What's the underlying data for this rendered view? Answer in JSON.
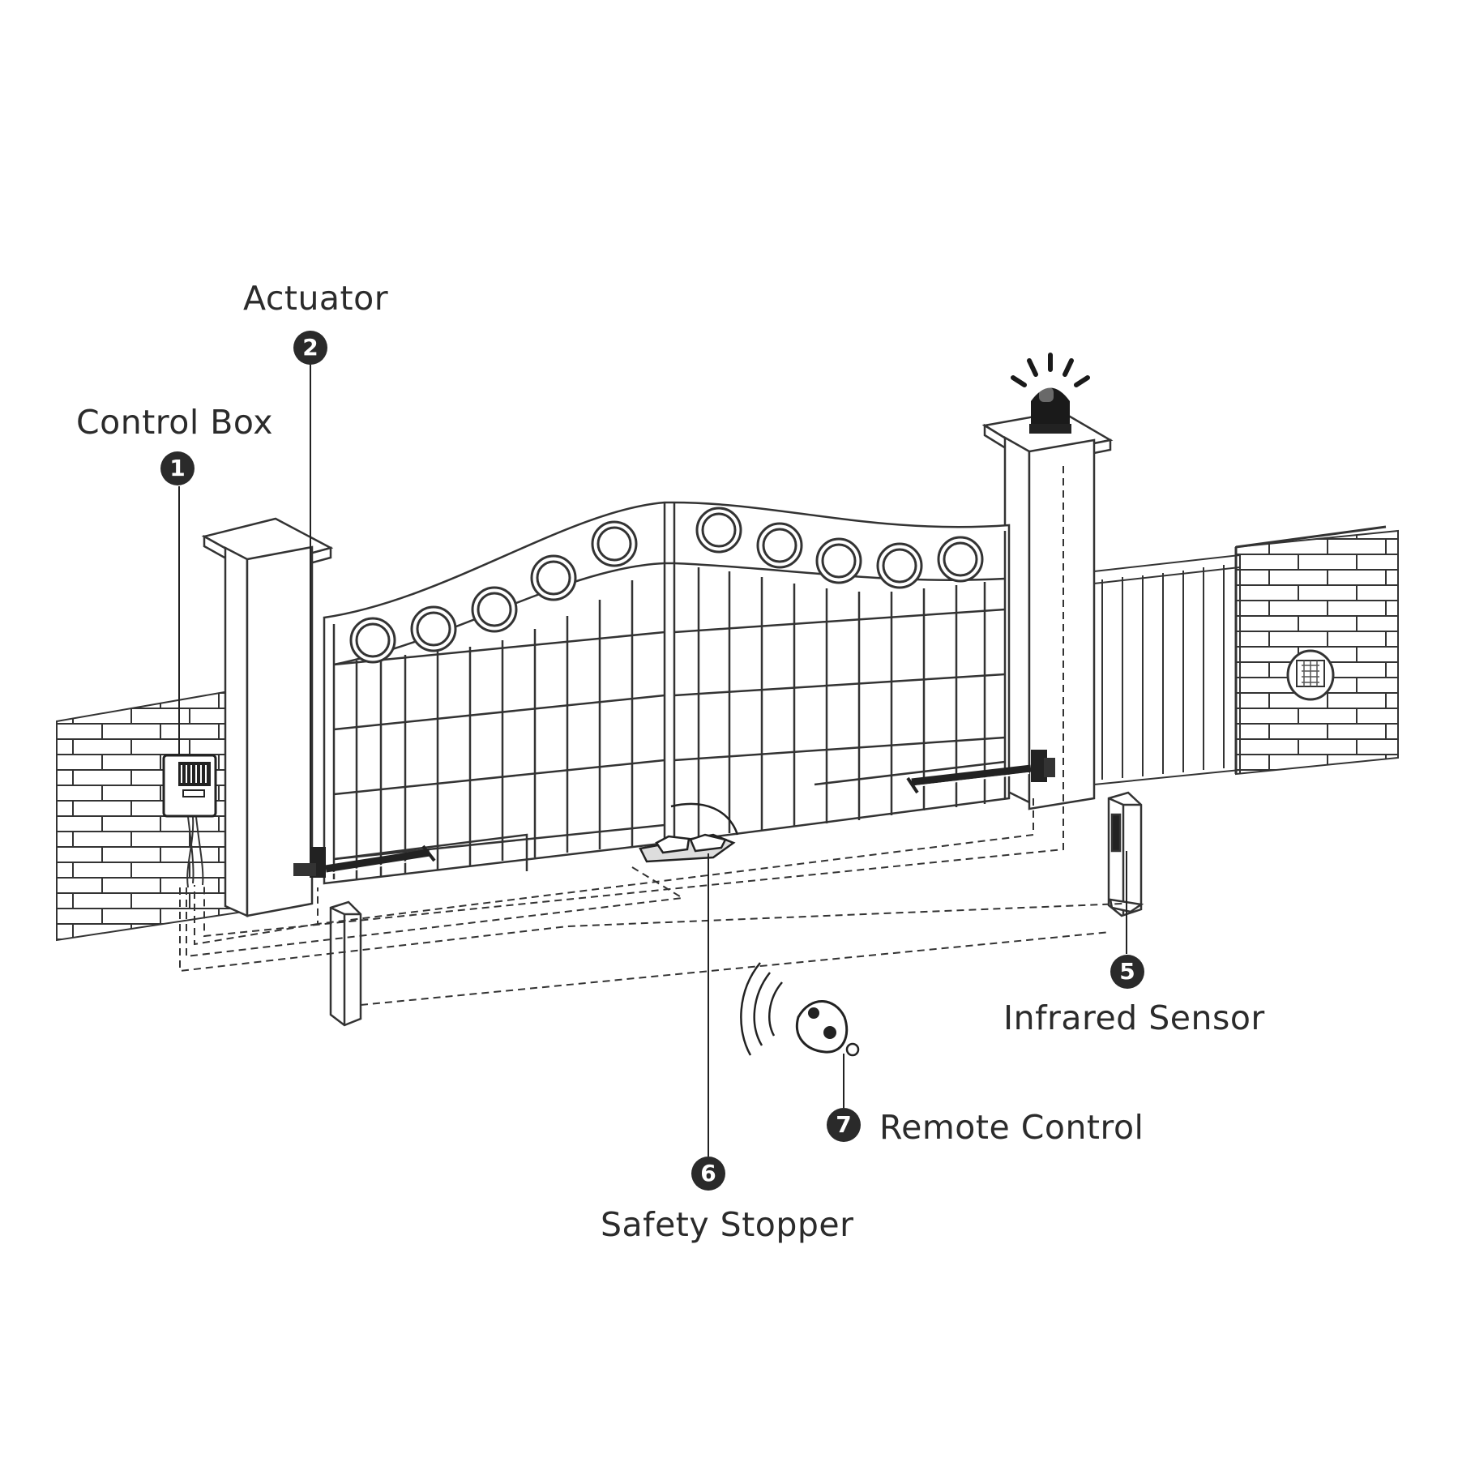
{
  "components": [
    {
      "number": "1",
      "label": "Control Box"
    },
    {
      "number": "2",
      "label": "Actuator"
    },
    {
      "number": "5",
      "label": "Infrared Sensor"
    },
    {
      "number": "6",
      "label": "Safety Stopper"
    },
    {
      "number": "7",
      "label": "Remote Control"
    }
  ],
  "colors": {
    "line": "#2a2a2a",
    "background": "#ffffff"
  },
  "icons": [
    "warning-light-icon",
    "remote-control-icon",
    "keypad-icon"
  ]
}
